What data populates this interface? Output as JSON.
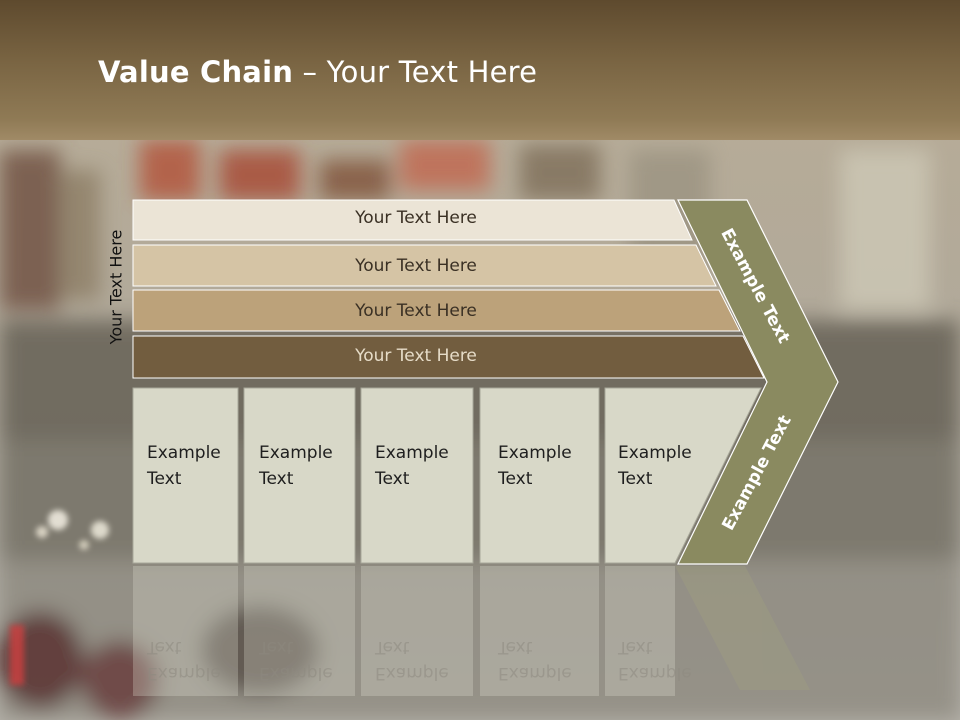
{
  "slide": {
    "title_bold": "Value Chain",
    "title_rest": " – Your Text Here",
    "side_label": "Your Text Here"
  },
  "bars": [
    {
      "label": "Your Text Here",
      "fill": "#ebe4d6"
    },
    {
      "label": "Your Text Here",
      "fill": "#d5c4a5"
    },
    {
      "label": "Your Text Here",
      "fill": "#bca27a"
    },
    {
      "label": "Your Text Here",
      "fill": "#725d3f"
    }
  ],
  "cells": [
    {
      "text": "Example\nText"
    },
    {
      "text": "Example\nText"
    },
    {
      "text": "Example\nText"
    },
    {
      "text": "Example\nText"
    },
    {
      "text": "Example\nText"
    }
  ],
  "chevron": {
    "upper_text": "Example Text",
    "lower_text": "Example Text",
    "fill": "#8a8a60"
  },
  "colors": {
    "header": "#7a6543",
    "cell_fill": "#d8d8c8",
    "background": "#c9c6bd"
  }
}
